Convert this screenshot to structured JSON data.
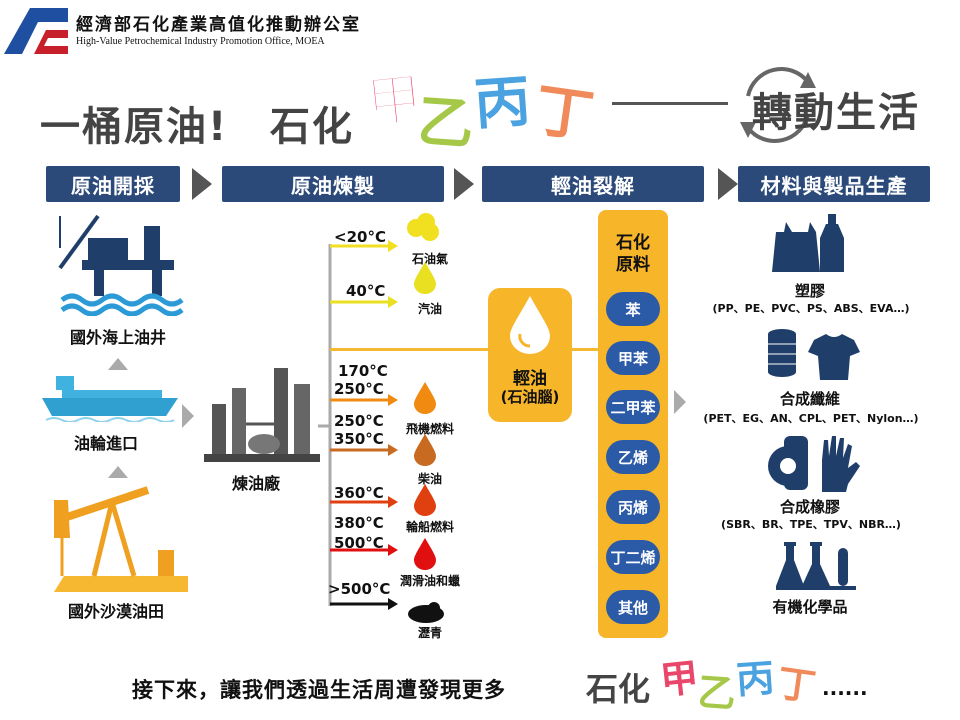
{
  "header": {
    "org_cn": "經濟部石化產業高值化推動辦公室",
    "org_en": "High-Value Petrochemical Industry Promotion Office, MOEA",
    "title_left": "一桶原油!",
    "title_mid": "石化",
    "title_jia": "甲",
    "title_yi": "乙",
    "title_bing": "丙",
    "title_ding": "丁",
    "title_right": "轉動生活"
  },
  "stages": [
    "原油開採",
    "原油煉製",
    "輕油裂解",
    "材料與製品生產"
  ],
  "sources": {
    "offshore": "國外海上油井",
    "tanker": "油輪進口",
    "desert": "國外沙漠油田",
    "refinery": "煉油廠"
  },
  "fractions": [
    {
      "temp": "<20°C",
      "product": "石油氣",
      "color": "#f0e020"
    },
    {
      "temp": "40°C",
      "product": "汽油",
      "color": "#e8e020"
    },
    {
      "temp": "170°C",
      "product": "",
      "color": "#f5b830"
    },
    {
      "temp": "250°C",
      "product": "飛機燃料",
      "color": "#f08a10"
    },
    {
      "temp": "250°C",
      "product": "",
      "color": "#d06a10"
    },
    {
      "temp": "350°C",
      "product": "柴油",
      "color": "#c86a20"
    },
    {
      "temp": "360°C",
      "product": "",
      "color": "#e04010"
    },
    {
      "temp": "380°C",
      "product": "輪船燃料",
      "color": "#e04010"
    },
    {
      "temp": "500°C",
      "product": "潤滑油和蠟",
      "color": "#e01010"
    },
    {
      "temp": ">500°C",
      "product": "瀝青",
      "color": "#111111"
    }
  ],
  "naphtha": {
    "line1": "輕油",
    "line2": "(石油腦)"
  },
  "chem_box": {
    "title_l1": "石化",
    "title_l2": "原料",
    "items": [
      "苯",
      "甲苯",
      "二甲苯",
      "乙烯",
      "丙烯",
      "丁二烯",
      "其他"
    ]
  },
  "materials": [
    {
      "name": "塑膠",
      "examples": "(PP、PE、PVC、PS、ABS、EVA…)"
    },
    {
      "name": "合成纖維",
      "examples": "(PET、EG、AN、CPL、PET、Nylon…)"
    },
    {
      "name": "合成橡膠",
      "examples": "(SBR、BR、TPE、TPV、NBR…)"
    },
    {
      "name": "有機化學品",
      "examples": ""
    }
  ],
  "footer": {
    "text": "接下來，讓我們透過生活周遭發現更多",
    "brand": "石化",
    "jia": "甲",
    "yi": "乙",
    "bing": "丙",
    "ding": "丁",
    "dots": "......"
  }
}
